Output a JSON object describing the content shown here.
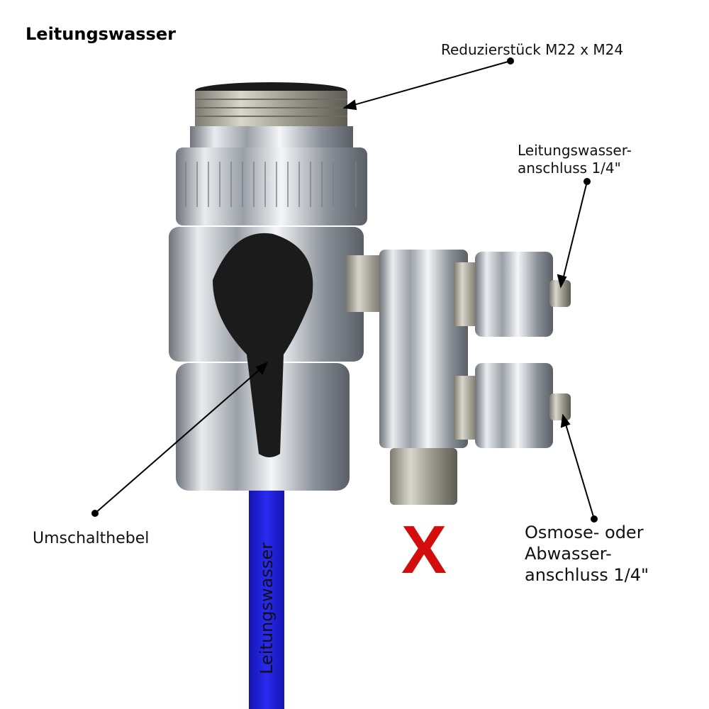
{
  "title": "Leitungswasser",
  "labels": {
    "reducer": "Reduzierstück M22 x M24",
    "tap_connection": [
      "Leitungswasser-",
      "anschluss 1/4\""
    ],
    "lever": "Umschalthebel",
    "osmosis_connection": [
      "Osmose- oder",
      "Abwasser-",
      "anschluss 1/4\""
    ],
    "hose": "Leitungswasser"
  },
  "mark": "X",
  "colors": {
    "hose": "#1f1fd6",
    "x_mark": "#d30d0d",
    "chrome": "#c8ccd2",
    "lever": "#1a1a1a"
  }
}
